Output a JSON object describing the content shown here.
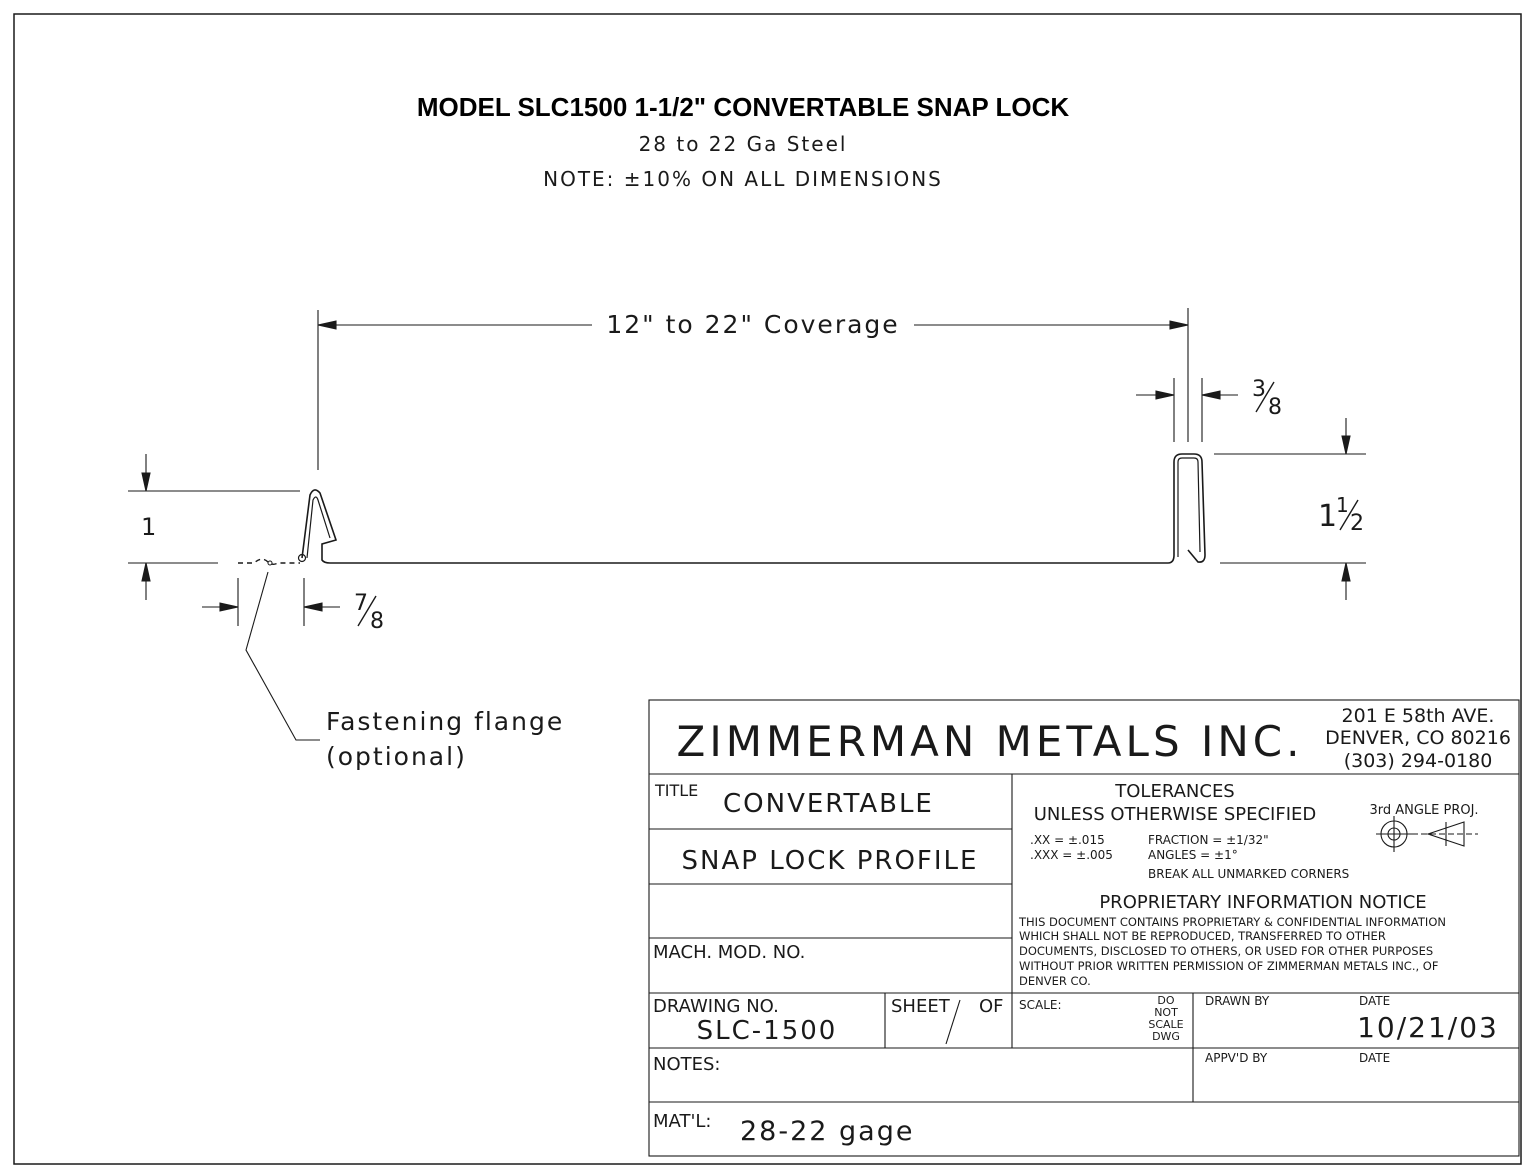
{
  "header": {
    "title": "MODEL SLC1500  1-1/2\" CONVERTABLE SNAP LOCK",
    "subtitle": "28 to 22 Ga Steel",
    "note": "NOTE: ±10% ON ALL DIMENSIONS"
  },
  "drawing": {
    "coverage_label": "12\" to 22\" Coverage",
    "rib_width": {
      "whole": "",
      "num": "3",
      "den": "8"
    },
    "rib_height": {
      "whole": "1",
      "num": "1",
      "den": "2"
    },
    "lip_height": "1",
    "flange_width": {
      "whole": "",
      "num": "7",
      "den": "8"
    },
    "flange_callout_line1": "Fastening flange",
    "flange_callout_line2": "(optional)"
  },
  "title_block": {
    "company": "ZIMMERMAN METALS INC.",
    "address_line1": "201 E 58th AVE.",
    "address_line2": "DENVER, CO 80216",
    "phone": "(303) 294-0180",
    "title_label": "TITLE",
    "title_line1": "CONVERTABLE",
    "title_line2": "SNAP LOCK PROFILE",
    "mach_label": "MACH. MOD. NO.",
    "tolerances_heading": "TOLERANCES",
    "tolerances_sub": "UNLESS OTHERWISE SPECIFIED",
    "projection_label": "3rd ANGLE PROJ.",
    "tol_xx": ".XX = ±.015",
    "tol_xxx": ".XXX = ±.005",
    "tol_fraction": "FRACTION = ±1/32\"",
    "tol_angles": "ANGLES = ±1°",
    "tol_corners": "BREAK ALL UNMARKED CORNERS",
    "proprietary_heading": "PROPRIETARY INFORMATION NOTICE",
    "proprietary_lines": [
      "THIS DOCUMENT CONTAINS PROPRIETARY & CONFIDENTIAL INFORMATION",
      "WHICH SHALL NOT BE REPRODUCED, TRANSFERRED TO OTHER",
      "DOCUMENTS, DISCLOSED TO OTHERS, OR USED FOR OTHER PURPOSES",
      "WITHOUT PRIOR WRITTEN PERMISSION OF ZIMMERMAN METALS INC., OF",
      "DENVER CO."
    ],
    "drawing_no_label": "DRAWING NO.",
    "drawing_no": "SLC-1500",
    "sheet_label": "SHEET",
    "of_label": "OF",
    "scale_label": "SCALE:",
    "do_not_scale": [
      "DO",
      "NOT",
      "SCALE",
      "DWG"
    ],
    "drawn_by_label": "DRAWN BY",
    "date_label": "DATE",
    "date_value": "10/21/03",
    "appvd_by_label": "APPV'D BY",
    "date_label_2": "DATE",
    "notes_label": "NOTES:",
    "matl_label": "MAT'L:",
    "matl_value": "28-22 gage"
  }
}
